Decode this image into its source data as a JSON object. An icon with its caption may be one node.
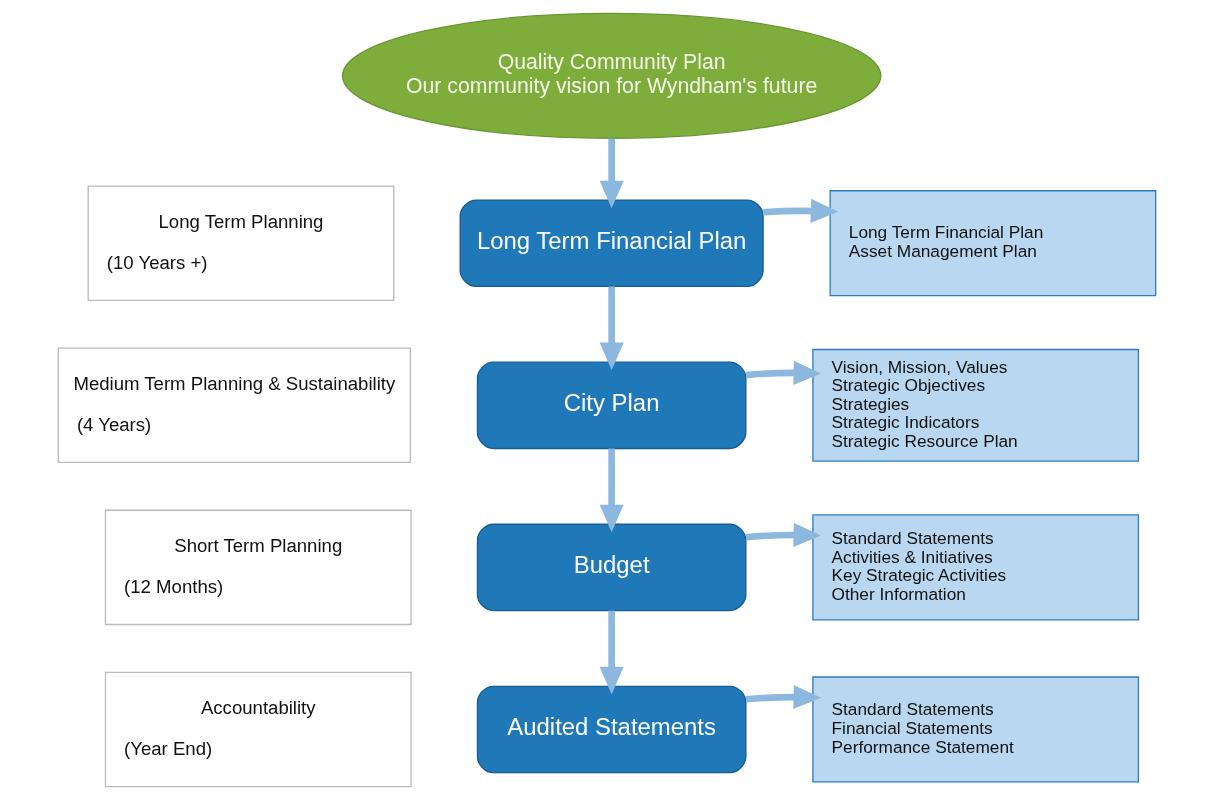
{
  "diagram": {
    "nodes": [
      {
        "text": [
          "Quality Community Plan",
          "Our community vision for Wyndham's future"
        ]
      },
      {
        "text": [
          "Long Term Planning",
          "(10 Years +)"
        ]
      },
      {
        "text": [
          "Long Term Financial Plan"
        ]
      },
      {
        "text": [
          "Long Term Financial Plan",
          "Asset Management Plan"
        ]
      },
      {
        "text": [
          "Medium Term Planning & Sustainability",
          "(4 Years)"
        ]
      },
      {
        "text": [
          "City Plan"
        ]
      },
      {
        "text": [
          "Vision, Mission, Values",
          "Strategic Objectives",
          "Strategies",
          "Strategic Indicators",
          "Strategic Resource Plan"
        ]
      },
      {
        "text": [
          "Short Term Planning",
          "(12 Months)"
        ]
      },
      {
        "text": [
          "Budget"
        ]
      },
      {
        "text": [
          "Standard Statements",
          "Activities & Initiatives",
          "Key Strategic Activities",
          "Other Information"
        ]
      },
      {
        "text": [
          "Accountability",
          "(Year End)"
        ]
      },
      {
        "text": [
          "Audited Statements"
        ]
      },
      {
        "text": [
          "Standard Statements",
          "Financial Statements",
          "Performance Statement"
        ]
      }
    ],
    "edges": [
      {
        "from": 0,
        "to": 2,
        "arrow": "to"
      },
      {
        "from": 2,
        "to": 3,
        "arrow": "to"
      },
      {
        "from": 2,
        "to": 5,
        "arrow": "to"
      },
      {
        "from": 5,
        "to": 6,
        "arrow": "to"
      },
      {
        "from": 5,
        "to": 8,
        "arrow": "to"
      },
      {
        "from": 8,
        "to": 9,
        "arrow": "to"
      },
      {
        "from": 8,
        "to": 11,
        "arrow": "to"
      },
      {
        "from": 11,
        "to": 12,
        "arrow": "to"
      }
    ]
  }
}
